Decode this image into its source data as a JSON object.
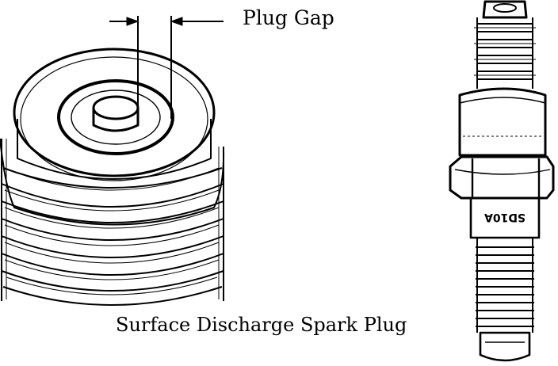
{
  "labels": {
    "plug_gap": "Plug Gap",
    "caption": "Surface Discharge Spark Plug",
    "part_number": "SD10A"
  },
  "colors": {
    "ink": "#000000",
    "paper": "#ffffff"
  },
  "icons": {
    "closeup": "spark-plug-tip-closeup-illustration",
    "full_plug": "spark-plug-side-view-illustration"
  }
}
